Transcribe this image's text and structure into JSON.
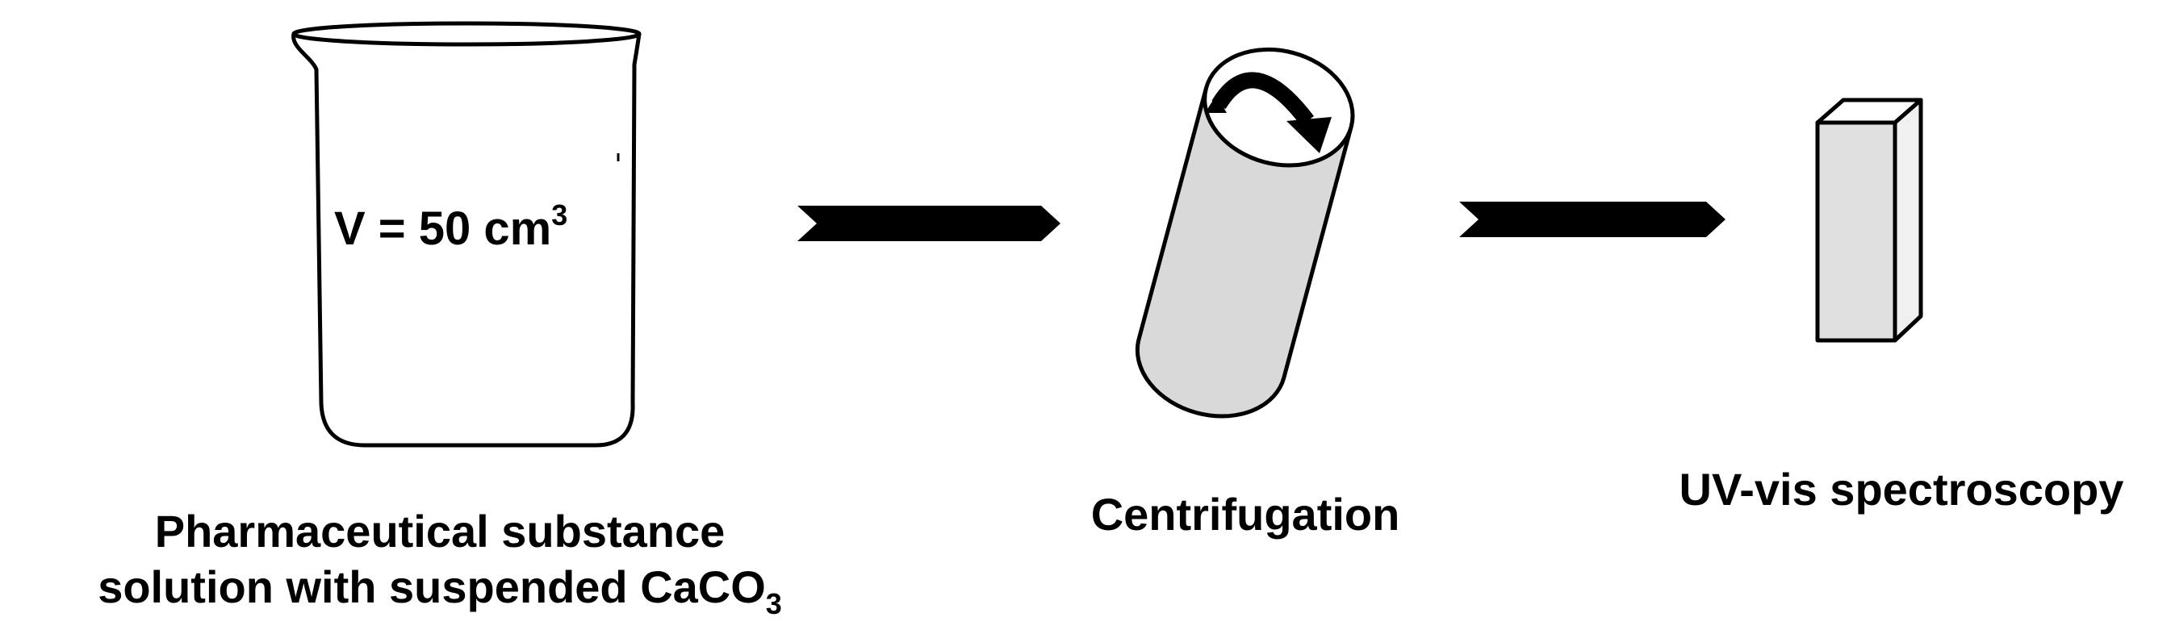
{
  "steps": [
    {
      "id": "beaker",
      "volume_text": "V = 50 cm",
      "volume_sup": "3",
      "caption_line1": "Pharmaceutical substance",
      "caption_line2_main": "solution with suspended CaCO",
      "caption_line2_sub": "3"
    },
    {
      "id": "centrifuge",
      "caption": "Centrifugation"
    },
    {
      "id": "cuvette",
      "caption": "UV-vis spectroscopy"
    }
  ],
  "colors": {
    "ink": "#000000",
    "tube_fill": "#d9d9d9",
    "cuvette_front": "#e0e0e0",
    "cuvette_side": "#f0f0f0"
  }
}
